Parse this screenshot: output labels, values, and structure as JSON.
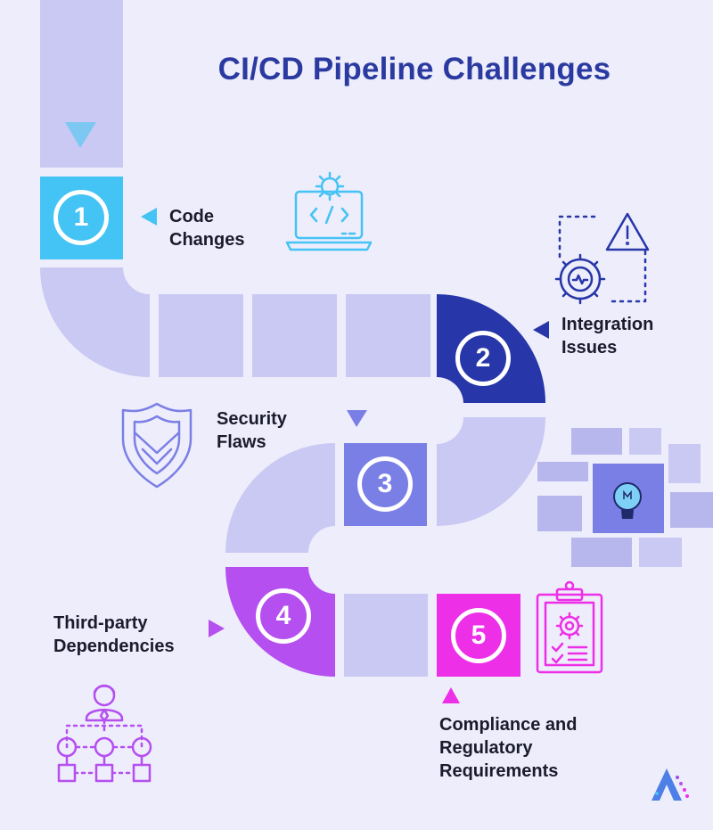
{
  "title": "CI/CD Pipeline Challenges",
  "colors": {
    "background": "#eeedfb",
    "pipe": "#c9c9f3",
    "step1": "#44c3f5",
    "step2": "#2736a8",
    "step3": "#7a7fe6",
    "step4": "#b54ff0",
    "step5": "#ee2fe8",
    "title": "#2a3aa0"
  },
  "steps": [
    {
      "number": "1",
      "label": "Code\nChanges",
      "icon": "laptop-code-icon"
    },
    {
      "number": "2",
      "label": "Integration\nIssues",
      "icon": "gear-warning-icon"
    },
    {
      "number": "3",
      "label": "Security\nFlaws",
      "icon": "shield-icon"
    },
    {
      "number": "4",
      "label": "Third-party\nDependencies",
      "icon": "org-chart-icon"
    },
    {
      "number": "5",
      "label": "Compliance and\nRegulatory\nRequirements",
      "icon": "clipboard-gear-icon"
    }
  ],
  "decor": {
    "bulb": "lightbulb-icon",
    "logo": "brand-logo-icon"
  }
}
